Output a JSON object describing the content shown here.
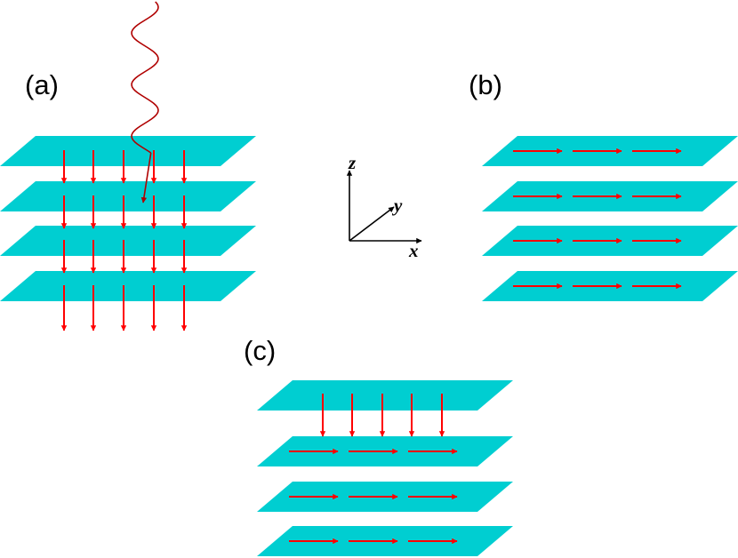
{
  "colors": {
    "plane": "#00CED1",
    "arrow": "#FF0000",
    "wave": "#B00000",
    "axis": "#000000"
  },
  "panels": {
    "a": {
      "label": "(a)",
      "planes": 4,
      "moments": "perpendicular",
      "incident_wave": true
    },
    "b": {
      "label": "(b)",
      "planes": 4,
      "moments": "in-plane"
    },
    "c": {
      "label": "(c)",
      "planes": 4,
      "top_plane_moments": "perpendicular",
      "lower_planes_moments": "in-plane"
    }
  },
  "axes": {
    "x": "x",
    "y": "y",
    "z": "z"
  }
}
